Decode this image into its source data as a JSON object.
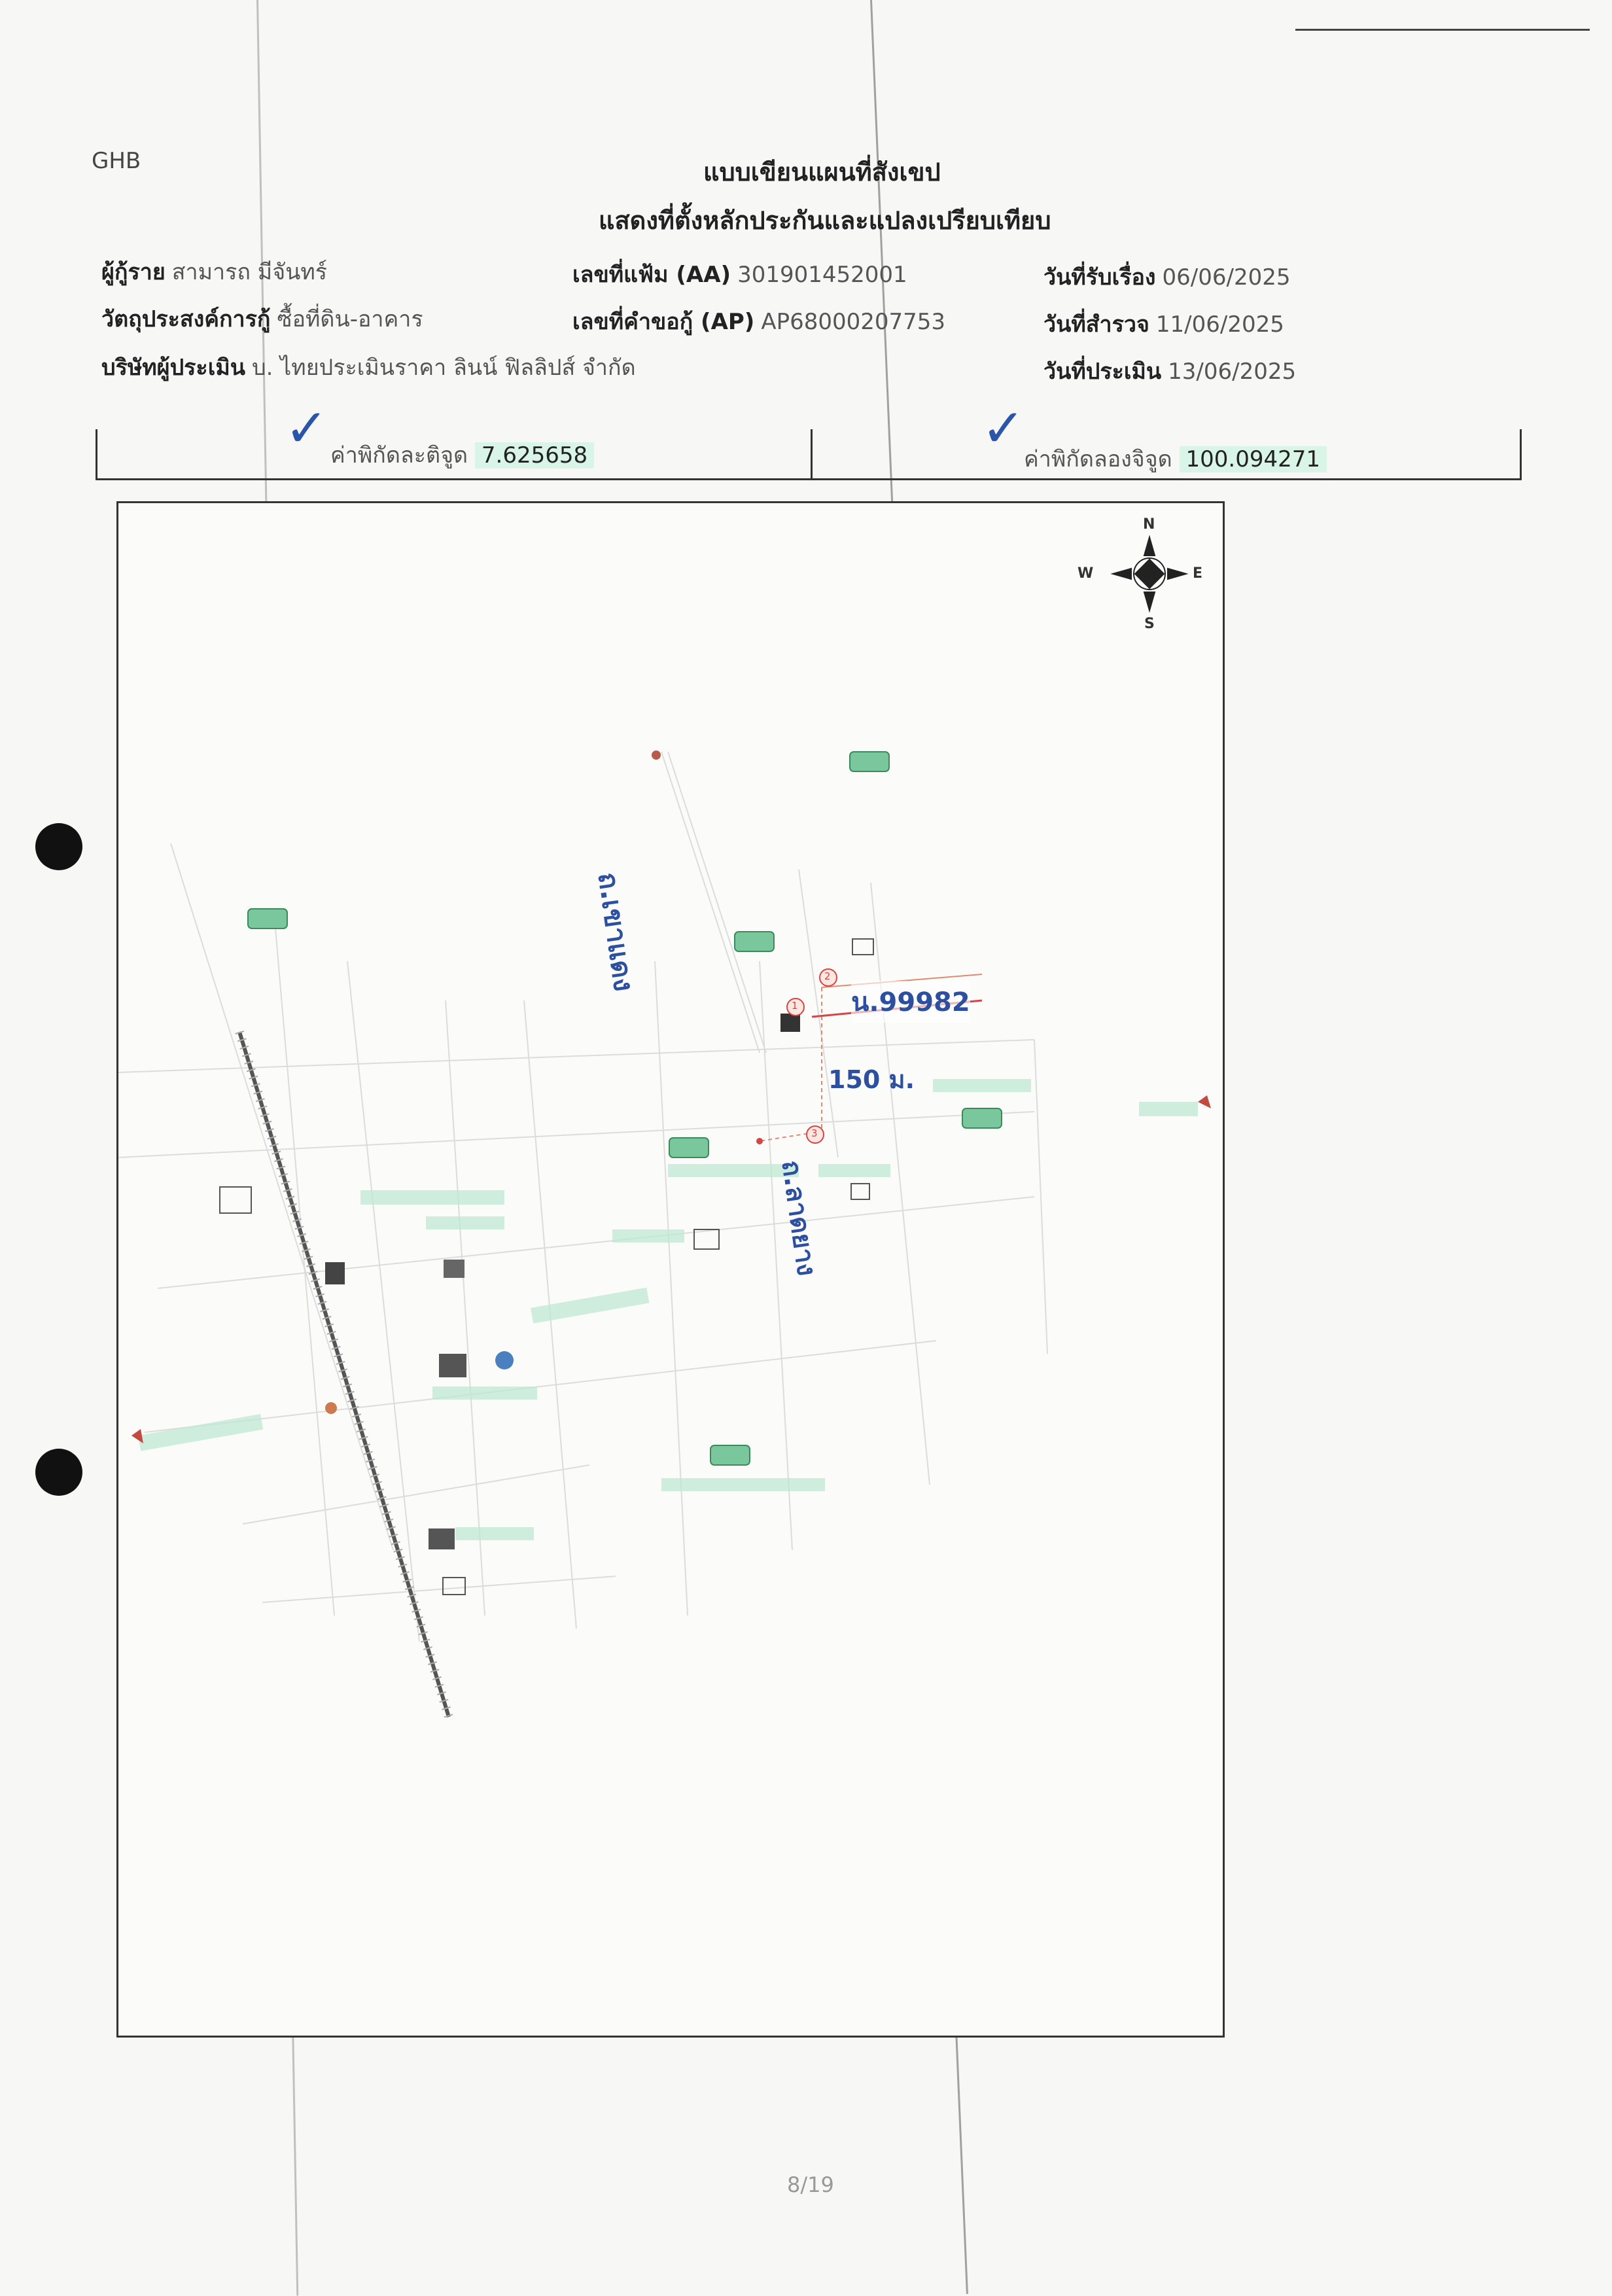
{
  "header": {
    "logo_text": "GHB",
    "title": "แบบเขียนแผนที่สังเขป",
    "subtitle": "แสดงที่ตั้งหลักประกันและแปลงเปรียบเทียบ"
  },
  "fields": {
    "borrower": {
      "label": "ผู้กู้ราย",
      "value": "สามารถ มีจันทร์"
    },
    "purpose": {
      "label": "วัตถุประสงค์การกู้",
      "value": "ซื้อที่ดิน-อาคาร"
    },
    "appraiser": {
      "label": "บริษัทผู้ประเมิน",
      "value": "บ. ไทยประเมินราคา ลินน์ ฟิลลิปส์ จำกัด"
    },
    "file_no": {
      "label": "เลขที่แฟ้ม (AA)",
      "value": "301901452001"
    },
    "request_no": {
      "label": "เลขที่คำขอกู้ (AP)",
      "value": "AP68000207753"
    },
    "receive_date": {
      "label": "วันที่รับเรื่อง",
      "value": "06/06/2025"
    },
    "survey_date": {
      "label": "วันที่สำรวจ",
      "value": "11/06/2025"
    },
    "appraisal_date": {
      "label": "วันที่ประเมิน",
      "value": "13/06/2025"
    }
  },
  "coordinates": {
    "latitude": {
      "label": "ค่าพิกัดละติจูด",
      "value": "7.625658"
    },
    "longitude": {
      "label": "ค่าพิกัดลองจิจูด",
      "value": "100.094271"
    }
  },
  "map": {
    "compass": {
      "n": "N",
      "s": "S",
      "e": "E",
      "w": "W"
    },
    "handwritten": {
      "road1": "ถ.เขาแดง",
      "road2": "ถ.ลาดยาง",
      "parcel": "น.99982",
      "distance": "150 ม."
    },
    "markers": [
      "1",
      "2",
      "3"
    ]
  },
  "footer": {
    "page": "8/19"
  },
  "colors": {
    "ink_blue": "#2c4fa0",
    "highlight_green": "#d9f5e8",
    "marker_red": "#d64545"
  }
}
